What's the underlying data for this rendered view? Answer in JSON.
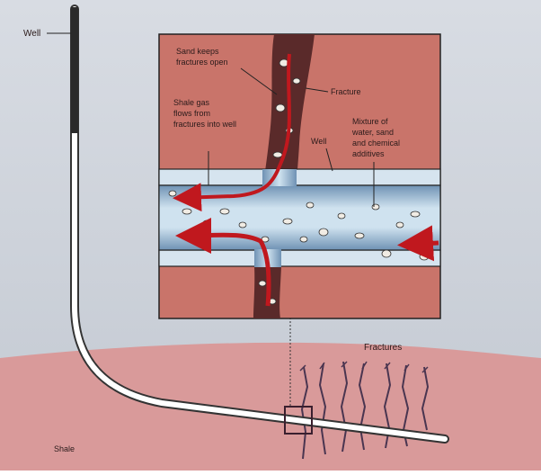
{
  "labels": {
    "well_main": "Well",
    "sand_keeps": [
      "Sand keeps",
      "fractures open"
    ],
    "fracture": "Fracture",
    "shale_gas": [
      "Shale gas",
      "flows from",
      "fractures into well"
    ],
    "well_inset": "Well",
    "mixture": [
      "Mixture of",
      "water, sand",
      "and chemical",
      "additives"
    ],
    "fractures": "Fractures",
    "shale": "Shale"
  },
  "colors": {
    "sky_top": "#d2d7df",
    "sky_bottom": "#c3cad4",
    "shale_layer": "#d99a9a",
    "inset_rock": "#c9746a",
    "fracture_dark": "#5a2a2a",
    "gas_red": "#c0181e",
    "pipe_blue": "#a9c6dc",
    "well_casing": "#d6e4ef",
    "outline": "#222222"
  }
}
